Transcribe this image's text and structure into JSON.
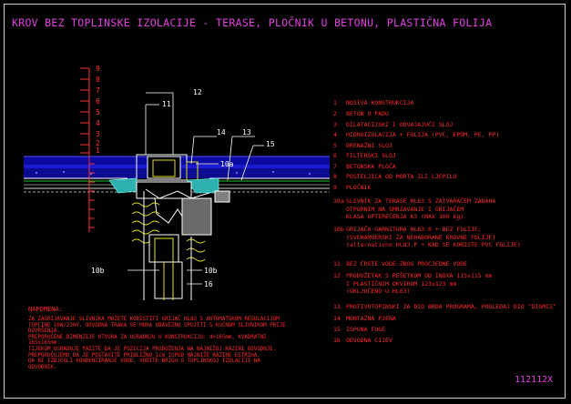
{
  "title": "KROV BEZ TOPLINSKE IZOLACIJE - TERASE, PLOČNIK U BETONU, PLASTIČNA FOLIJA",
  "drawing_code": "112112X",
  "level_numbers": [
    "9",
    "8",
    "7",
    "6",
    "5",
    "4",
    "3",
    "2",
    "1"
  ],
  "callouts": {
    "c10a": "10a",
    "c10b_left": "10b",
    "c10b_right": "10b",
    "c11": "11",
    "c12": "12",
    "c13": "13",
    "c14": "14",
    "c15": "15",
    "c16": "16"
  },
  "legend": [
    {
      "num": "1",
      "text": "NOSIVA KONSTRUKCIJA"
    },
    {
      "num": "2",
      "text": "BETON U PADU"
    },
    {
      "num": "3",
      "text": "DILATACIJSKI I ODVAJAJUĆI SLOJ"
    },
    {
      "num": "4",
      "text": "HIDROIZOLACIJA + FOLIJA (PVC, EPDM, PE, PP)"
    },
    {
      "num": "5",
      "text": "DRENAŽNI SLOJ"
    },
    {
      "num": "6",
      "text": "FILTERSKI SLOJ"
    },
    {
      "num": "7",
      "text": "BETONSKA PLOČA"
    },
    {
      "num": "8",
      "text": "POSTELJICA OD MORTA ILI LJEPILO"
    },
    {
      "num": "9",
      "text": "PLOČNIK"
    },
    {
      "num": "10a",
      "text": "SLIVNIK ZA TERASE HL63 S ZATVARAČEM ZADAHA\nOTPORNIM NA SMRZAVANJE I GRIJAČEM\nKLASA OPTEREĆENJA K3 (MAX 300 kg)"
    },
    {
      "num": "10b",
      "text": "GRIJAČA GARNITURA HL83.0 + BEZ FOLIJE,\n(SVEHAMUERSKI ZA NEHABORANE KROVNE FOLIJE)\n(alternativno HL83.P + KAD SE KORISTE PVC FOLIJE)"
    },
    {
      "num": "11",
      "text": "BEZ ČRSTE VODE ZBOG PROCJEDNE VODE"
    },
    {
      "num": "12",
      "text": "PRODUŽETAK S REŠETKOM OD INOXA 115x115 mm\nI PLASTIČNIM OKVIROM 123x123 mm\n(UKLJUČENO U HL63)"
    },
    {
      "num": "13",
      "text": "PROTIVOTOPINSKI ZA DIO BRDA PROGRAMA, POGLEDAJ DIO \"DIGMIS\""
    },
    {
      "num": "14",
      "text": "MONTAŽNA PJENA"
    },
    {
      "num": "15",
      "text": "ISPUNA FUGE"
    },
    {
      "num": "16",
      "text": "ODVODNA CIJEV"
    }
  ],
  "notes_title": "NAPOMENA:",
  "notes": "ZA ZAGRIJAVANJE SLIVNIKA MOŽETE KORISTITI GRIJAČ HL83 S AUTOMATSKOM REGULACIJOM\nTOPLINE 10W/230V. ODVODNA TRAKA SE MORA OBAVEZNO SPOJITI S KUĆNOM SLIVNIKOM PRIJE\nDOVRŠENJA.\nPREPORUČENE DIMENZIJE OTVORA ZA UGRADNJU U KONSTRUKCIJU: d=165mm, KVADRATNI\n165x165mm.\nTIJEKOM UGRADNJE PAZITE DA JE POZICIJA PRODUŽENJA NA NAJNIŽOJ RAZINI ODVODNJE.\nPREPORUČUJEMO DA JE POSTAVITE PRIBLIŽNO 1cm ISPOD NAJNIŽE RAZINE ESTRIHA.\nDA BI IZBJEGLI KONDENZIRANJE VODE, VODITE BRIGU O TOPLINSKOJ IZOLACIJI NA\nODVODNIK."
}
